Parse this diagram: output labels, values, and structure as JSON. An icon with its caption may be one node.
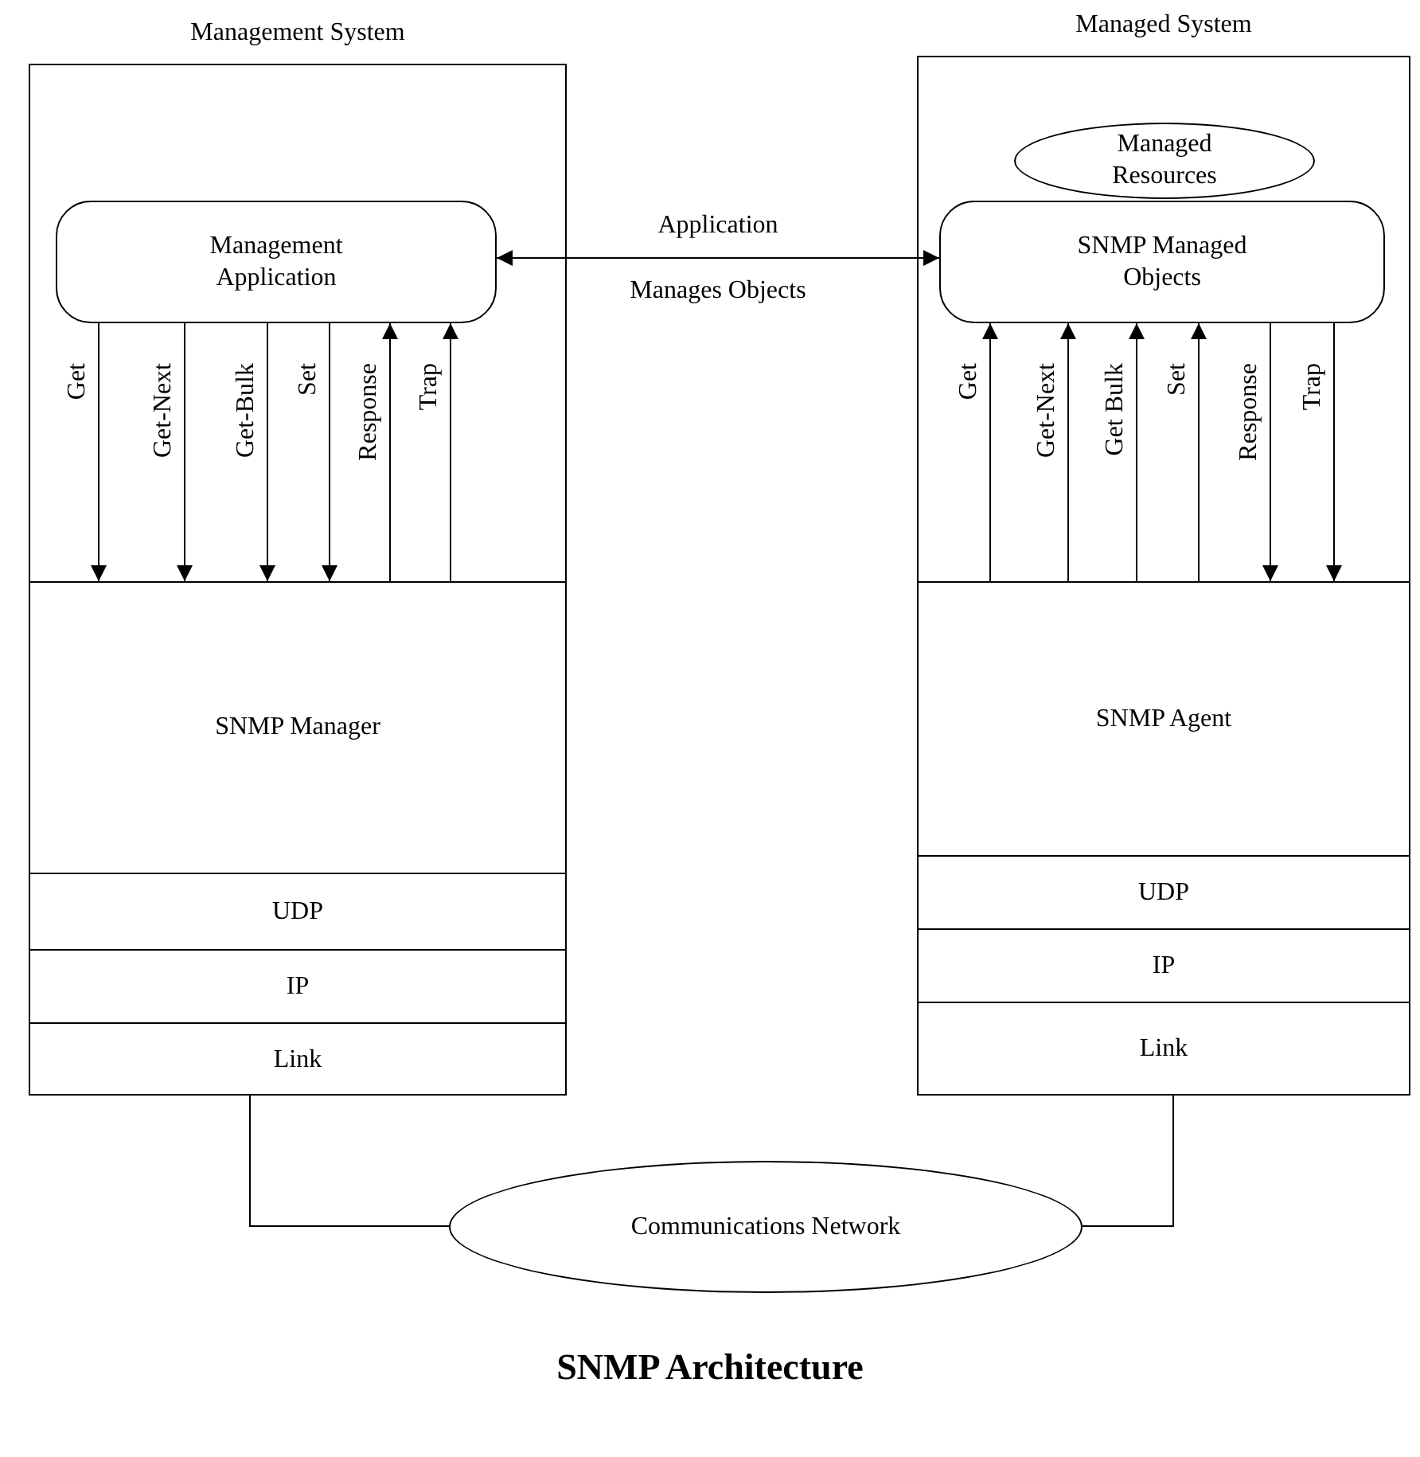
{
  "diagram": {
    "title": "SNMP Architecture",
    "nodes": [
      {
        "text": [
          "Management System"
        ]
      },
      {
        "text": [
          "Management Application"
        ],
        "in": 0
      },
      {
        "text": [
          "SNMP Manager"
        ],
        "in": 0
      },
      {
        "text": [
          "UDP"
        ],
        "in": 0
      },
      {
        "text": [
          "IP"
        ],
        "in": 0
      },
      {
        "text": [
          "Link"
        ],
        "in": 0
      },
      {
        "text": [
          "Managed System"
        ]
      },
      {
        "text": [
          "Managed Resources"
        ],
        "in": 6
      },
      {
        "text": [
          "SNMP Managed Objects"
        ],
        "in": 6
      },
      {
        "text": [
          "SNMP Agent"
        ],
        "in": 6
      },
      {
        "text": [
          "UDP"
        ],
        "in": 6
      },
      {
        "text": [
          "IP"
        ],
        "in": 6
      },
      {
        "text": [
          "Link"
        ],
        "in": 6
      },
      {
        "text": [
          "Communications Network"
        ]
      }
    ],
    "edges": [
      {
        "from": 1,
        "to": 8,
        "arrow": "both",
        "label": "Application Manages Objects"
      },
      {
        "from": 1,
        "to": 2,
        "arrow": "to",
        "label": "Get"
      },
      {
        "from": 1,
        "to": 2,
        "arrow": "to",
        "label": "Get-Next"
      },
      {
        "from": 1,
        "to": 2,
        "arrow": "to",
        "label": "Get-Bulk"
      },
      {
        "from": 1,
        "to": 2,
        "arrow": "to",
        "label": "Set"
      },
      {
        "from": 2,
        "to": 1,
        "arrow": "to",
        "label": "Response"
      },
      {
        "from": 2,
        "to": 1,
        "arrow": "to",
        "label": "Trap"
      },
      {
        "from": 9,
        "to": 8,
        "arrow": "to",
        "label": "Get"
      },
      {
        "from": 9,
        "to": 8,
        "arrow": "to",
        "label": "Get-Next"
      },
      {
        "from": 9,
        "to": 8,
        "arrow": "to",
        "label": "Get Bulk"
      },
      {
        "from": 9,
        "to": 8,
        "arrow": "to",
        "label": "Set"
      },
      {
        "from": 8,
        "to": 9,
        "arrow": "to",
        "label": "Response"
      },
      {
        "from": 8,
        "to": 9,
        "arrow": "to",
        "label": "Trap"
      },
      {
        "from": 5,
        "to": 13,
        "arrow": "none"
      },
      {
        "from": 12,
        "to": 13,
        "arrow": "none"
      }
    ]
  }
}
